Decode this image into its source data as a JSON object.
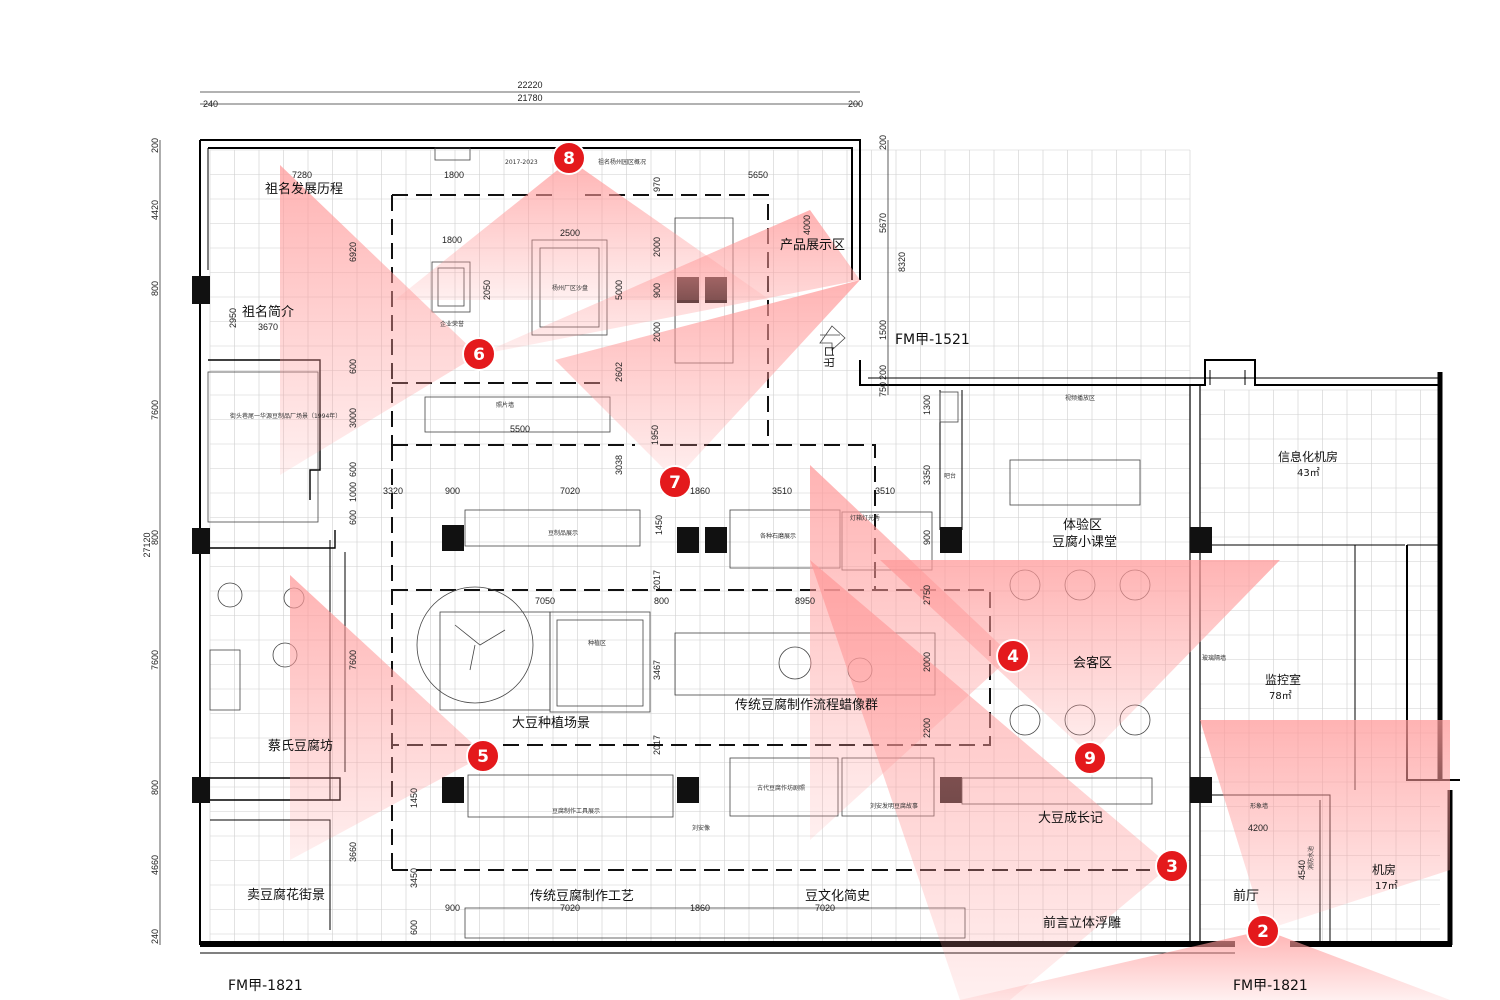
{
  "dimensions": {
    "top_total": "22220",
    "top_inner": "21780",
    "top_left_offset": "240",
    "top_right_offset": "200",
    "left_total": "27120",
    "left_segments": [
      "200",
      "4420",
      "800",
      "7600",
      "800",
      "7600",
      "800",
      "4660",
      "240"
    ],
    "right_segments": [
      "200",
      "5670",
      "8320",
      "1500",
      "200",
      "750"
    ],
    "inner": {
      "d7280": "7280",
      "d1800a": "1800",
      "d5650": "5650",
      "d970": "970",
      "d4000": "4000",
      "d6920": "6920",
      "d2500": "2500",
      "d1800b": "1800",
      "d2000a": "2000",
      "d2050": "2050",
      "d5000": "5000",
      "d900a": "900",
      "d2000b": "2000",
      "d2950": "2950",
      "d3670": "3670",
      "d2602": "2602",
      "d5500": "5500",
      "d600a": "600",
      "d3000": "3000",
      "d600b": "600",
      "d1000": "1000",
      "d600c": "600",
      "d3038": "3038",
      "d1950": "1950",
      "d3320": "3320",
      "d900b": "900",
      "d7020a": "7020",
      "d1860a": "1860",
      "d3510a": "3510",
      "d3510b": "3510",
      "d3350": "3350",
      "d1300": "1300",
      "d1450a": "1450",
      "d900c": "900",
      "d2017a": "2017",
      "d7050": "7050",
      "d800": "800",
      "d8950": "8950",
      "d2750": "2750",
      "d3467": "3467",
      "d7600": "7600",
      "d2000c": "2000",
      "d2200": "2200",
      "d2017b": "2017",
      "d1450b": "1450",
      "d3660": "3660",
      "d3450": "3450",
      "d900d": "900",
      "d7020b": "7020",
      "d1860b": "1860",
      "d7020c": "7020",
      "d600d": "600",
      "d4200": "4200",
      "d4540": "4540"
    }
  },
  "rooms": {
    "zuming_history": "祖名发展历程",
    "zuming_intro": "祖名简介",
    "product_area": "产品展示区",
    "cai_tofu": "蔡氏豆腐坊",
    "sell_tofu_street": "卖豆腐花街景",
    "soy_planting": "大豆种植场景",
    "wax_group": "传统豆腐制作流程蜡像群",
    "experience": "体验区",
    "tofu_class": "豆腐小课堂",
    "reception": "会客区",
    "it_room": "信息化机房",
    "it_area": "43㎡",
    "monitor": "监控室",
    "monitor_area": "78㎡",
    "machine": "机房",
    "machine_area": "17㎡",
    "soy_growth": "大豆成长记",
    "craft": "传统豆腐制作工艺",
    "culture": "豆文化简史",
    "front_hall": "前厅",
    "relief": "前言立体浮雕",
    "exit": "出口",
    "door_top": "FM甲-1521",
    "door_left": "FM甲-1821",
    "door_right": "FM甲-1821"
  },
  "small_labels": {
    "years": "2017-2023",
    "overview": "祖名杨州园区概况",
    "sandtable": "杨州厂区沙盘",
    "honor": "企业荣誉",
    "photo_wall": "照片墙",
    "street_scene": "街头巷尾一华源豆制品厂场景（1994年）",
    "soy_products": "豆制品展示",
    "stone_mill": "各种石磨展示",
    "lamp": "灯箱灯光秀",
    "seed_area": "种植区",
    "ancient_tools": "豆腐制作工具展示",
    "ancient_mill": "古代豆腐作坊剧照",
    "liu_an": "刘安像",
    "liu_an_story": "刘安发明豆腐故事",
    "video_area": "视频播放区",
    "bar": "吧台",
    "glass": "玻璃隔墙",
    "wall_cab": "形象墙",
    "water": "消防水池"
  },
  "markers": [
    "2",
    "3",
    "4",
    "5",
    "6",
    "7",
    "8",
    "9"
  ],
  "colors": {
    "marker_fill": "#e4191c",
    "cone": "#ff9a9a",
    "wall": "#000000",
    "grid": "#cfcfcf"
  }
}
